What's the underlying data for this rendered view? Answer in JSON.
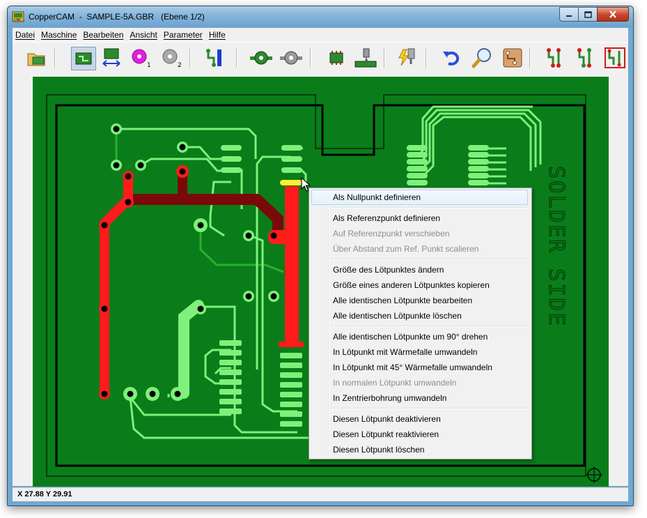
{
  "window": {
    "title": "CopperCAM  -  SAMPLE-5A.GBR   (Ebene 1/2)",
    "buttons": {
      "minimize": "minimize-icon",
      "maximize": "maximize-icon",
      "close": "close-icon"
    }
  },
  "menu": [
    "Datei",
    "Maschine",
    "Bearbeiten",
    "Ansicht",
    "Parameter",
    "Hilfe"
  ],
  "toolbar": {
    "icons": [
      "open-folder-icon",
      "board-view-icon",
      "board-move-icon",
      "drill-1-icon",
      "drill-2-icon",
      "path-select-icon",
      "pad-icon",
      "pad-gray-icon",
      "chip-icon",
      "engraving-icon",
      "lightning-tool-icon",
      "undo-icon",
      "zoom-icon",
      "board-outline-icon",
      "tracks-red-icon",
      "tracks-green-icon",
      "tracks-frame-icon"
    ],
    "colors": {
      "active_bg": "#c8d7e8"
    }
  },
  "board": {
    "silkscreen_text": "SOLDER SIDE",
    "colors": {
      "background": "#0a7d1a",
      "track_light": "#7ff07a",
      "track_dark": "#2bb02e",
      "selected_track": "#ff1b1b",
      "dark_track": "#7a0a0a",
      "highlight_pad": "#ffee33"
    }
  },
  "context_menu": {
    "items": [
      {
        "label": "Als Nullpunkt definieren",
        "enabled": true,
        "highlighted": true
      },
      {
        "separator": true
      },
      {
        "label": "Als Referenzpunkt definieren",
        "enabled": true
      },
      {
        "label": "Auf Referenzpunkt verschieben",
        "enabled": false
      },
      {
        "label": "Über Abstand zum Ref. Punkt scalieren",
        "enabled": false
      },
      {
        "separator": true
      },
      {
        "label": "Größe des Lötpunktes ändern",
        "enabled": true
      },
      {
        "label": "Größe eines anderen Lötpunktes kopieren",
        "enabled": true
      },
      {
        "label": "Alle identischen Lötpunkte bearbeiten",
        "enabled": true
      },
      {
        "label": "Alle identischen Lötpunkte löschen",
        "enabled": true
      },
      {
        "separator": true
      },
      {
        "label": "Alle identischen Lötpunkte um 90° drehen",
        "enabled": true
      },
      {
        "label": "In Lötpunkt mit Wärmefalle umwandeln",
        "enabled": true
      },
      {
        "label": "In Lötpunkt mit 45° Wärmefalle umwandeln",
        "enabled": true
      },
      {
        "label": "In normalen Lötpunkt umwandeln",
        "enabled": false
      },
      {
        "label": "In Zentrierbohrung umwandeln",
        "enabled": true
      },
      {
        "separator": true
      },
      {
        "label": "Diesen Lötpunkt deaktivieren",
        "enabled": true
      },
      {
        "label": "Diesen Lötpunkt reaktivieren",
        "enabled": true
      },
      {
        "label": "Diesen Lötpunkt löschen",
        "enabled": true
      }
    ]
  },
  "status": {
    "coords": "X 27.88   Y 29.91"
  }
}
